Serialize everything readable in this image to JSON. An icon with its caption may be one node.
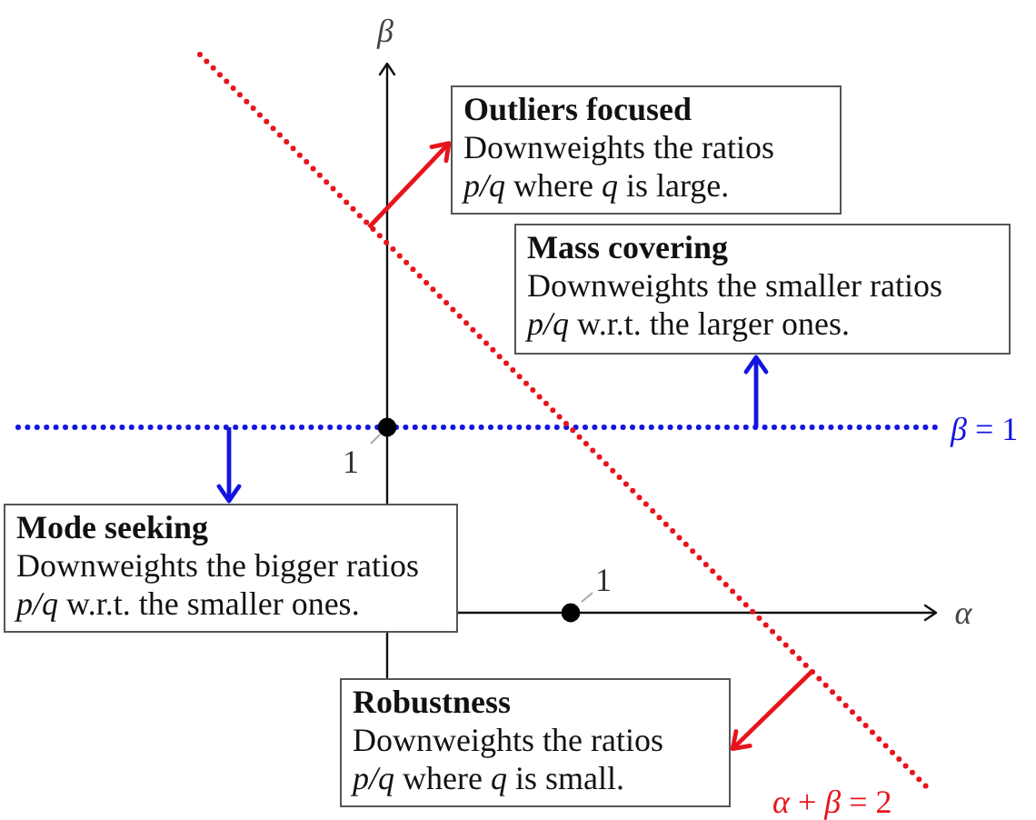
{
  "diagram": {
    "nodes": [
      {
        "text": [
          "Outliers focused",
          "Downweights the ratios *p/q* where *q* is large."
        ]
      },
      {
        "text": [
          "Mass covering",
          "Downweights the smaller ratios *p/q* w.r.t. the larger ones."
        ]
      },
      {
        "text": [
          "Mode seeking",
          "Downweights the bigger ratios *p/q* w.r.t. the smaller ones."
        ]
      },
      {
        "text": [
          "Robustness",
          "Downweights the ratios *p/q* where *q* is small."
        ]
      }
    ],
    "edges": [
      {
        "from": null,
        "to": 0,
        "arrow": "to",
        "color": "#e8141c"
      },
      {
        "from": null,
        "to": 1,
        "arrow": "to",
        "color": "#1414e0"
      },
      {
        "from": null,
        "to": 2,
        "arrow": "to",
        "color": "#1414e0"
      },
      {
        "from": null,
        "to": 3,
        "arrow": "to",
        "color": "#e8141c"
      }
    ],
    "labels": [
      "β",
      "*β* = 1",
      "1",
      "1",
      "α",
      "*α* + *β* = 2"
    ]
  }
}
